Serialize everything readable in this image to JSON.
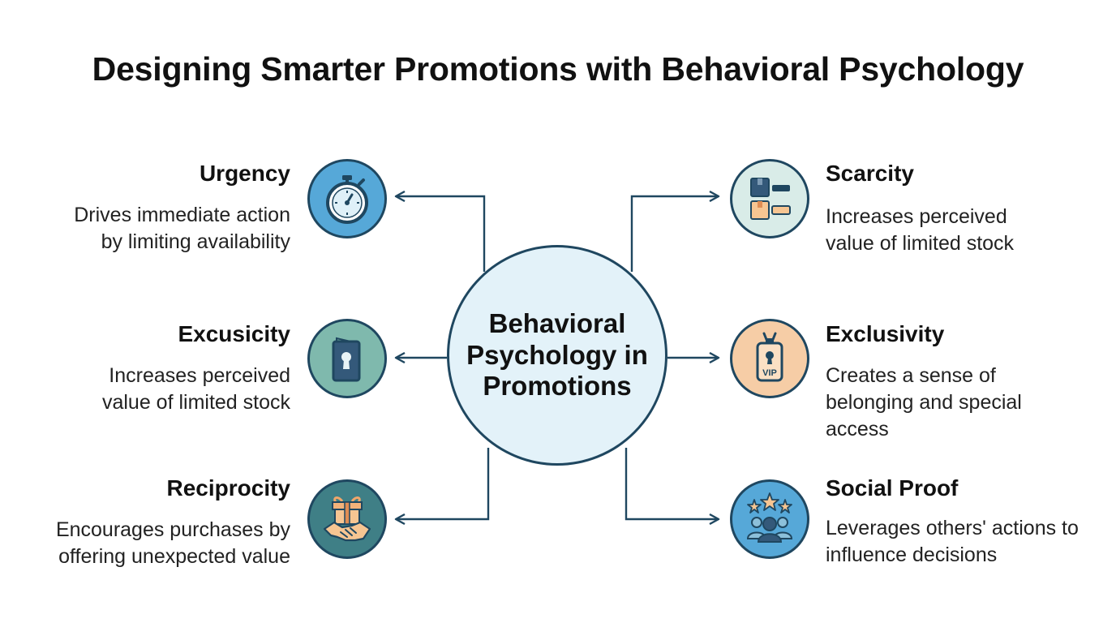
{
  "title": "Designing Smarter Promotions with Behavioral Psychology",
  "hub": {
    "label": "Behavioral Psychology in Promotions"
  },
  "nodes": [
    {
      "id": "urgency",
      "title": "Urgency",
      "desc": "Drives immediate action by limiting availability",
      "icon": "stopwatch-icon",
      "color": "#56a8d8"
    },
    {
      "id": "excusicity",
      "title": "Excusicity",
      "desc": "Increases perceived value of limited stock",
      "icon": "locked-door-icon",
      "color": "#7fb9ad"
    },
    {
      "id": "reciprocity",
      "title": "Reciprocity",
      "desc": "Encourages purchases by offering unexpected value",
      "icon": "gift-handshake-icon",
      "color": "#3f7f86"
    },
    {
      "id": "scarcity",
      "title": "Scarcity",
      "desc": "Increases perceived value of limited stock",
      "icon": "boxes-icon",
      "color": "#d9ece8"
    },
    {
      "id": "exclusivity",
      "title": "Exclusivity",
      "desc": "Creates a sense of belonging and special access",
      "icon": "vip-badge-icon",
      "color": "#f6cda6",
      "badge_text": "VIP"
    },
    {
      "id": "social-proof",
      "title": "Social Proof",
      "desc": "Leverages others' actions to influence decisions",
      "icon": "stars-people-icon",
      "color": "#56a8d8"
    }
  ]
}
